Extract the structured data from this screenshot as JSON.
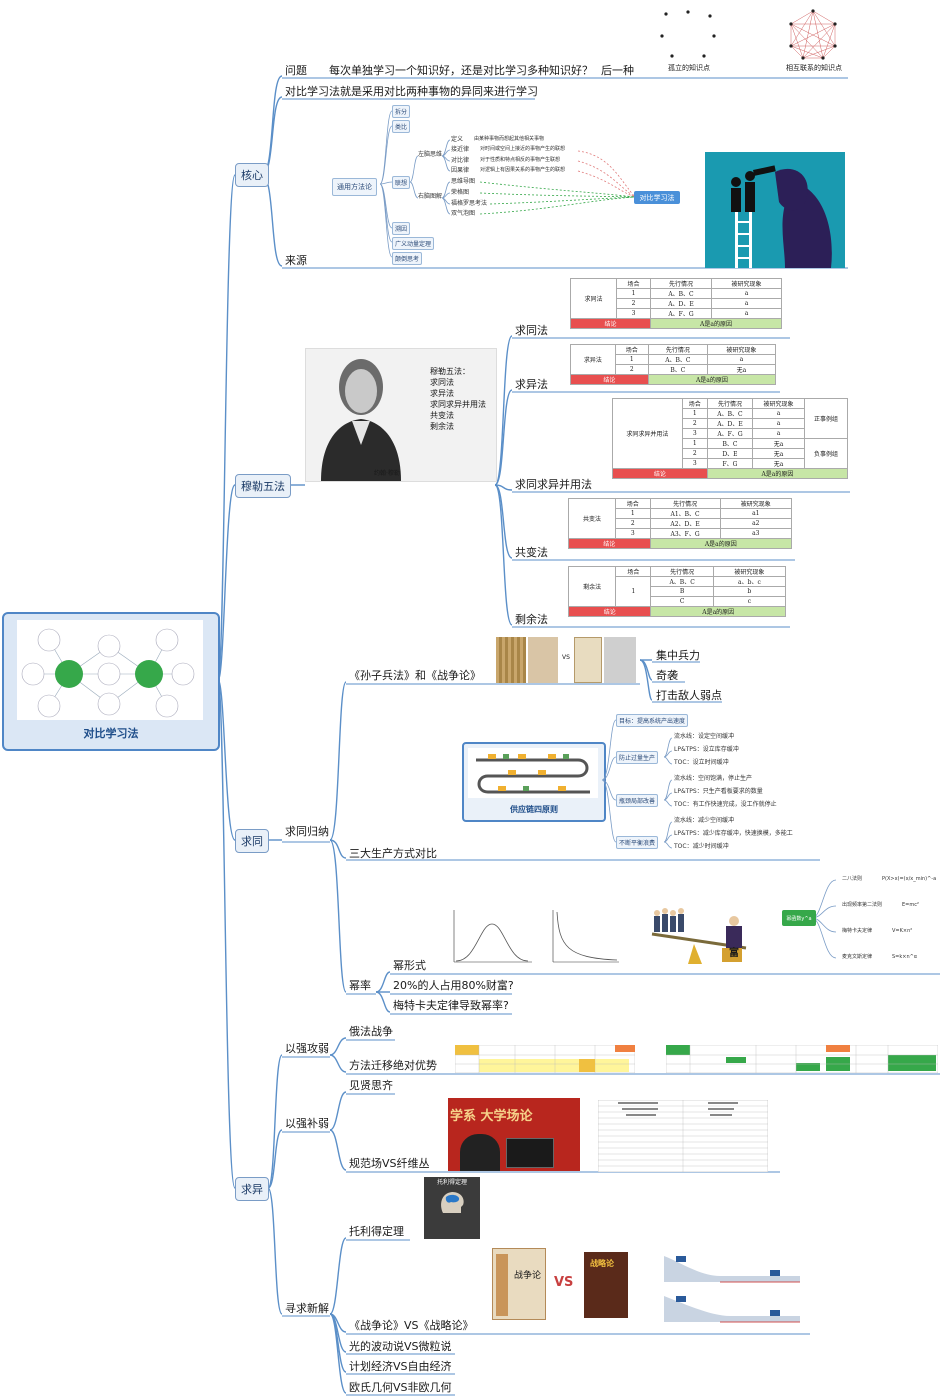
{
  "root": {
    "title": "对比学习法"
  },
  "branches": {
    "hexin": "核心",
    "mule": "穆勒五法",
    "qiutong": "求同",
    "qiuyi": "求异"
  },
  "hexin": {
    "wenti": "问题",
    "wenti_text": "每次单独学习一个知识好，还是对比学习多种知识好？",
    "houyi": "后一种",
    "dot_caption_left": "孤立的知识点",
    "dot_caption_right": "相互联系的知识点",
    "definition": "对比学习法就是采用对比两种事物的异同来进行学习",
    "laiyuan": "来源",
    "method_root": "通用方法论",
    "method_items": [
      "拆分",
      "类比",
      "联想",
      "溯因",
      "广义动量定理",
      "颠倒思考"
    ],
    "lianxiang_sub": [
      "左脑思维",
      "右脑图解"
    ],
    "left_items": [
      "定义",
      "接近律",
      "对比律",
      "因果律"
    ],
    "left_desc": [
      "由某种事物而想起其他相关事物",
      "对时间或空间上接近的事物产生的联想",
      "对于性质和特点相反的事物产生联想",
      "对逻辑上有因果关系的事物产生的联想"
    ],
    "right_items": [
      "思维导图",
      "荣格图",
      "福格罗思考法",
      "双气泡图"
    ],
    "target": "对比学习法"
  },
  "mule": {
    "portrait_title": "穆勒五法：",
    "portrait_list": [
      "求同法",
      "求异法",
      "求同求异并用法",
      "共变法",
      "剩余法"
    ],
    "portrait_name": "约翰·穆勒",
    "methods": [
      "求同法",
      "求异法",
      "求同求异并用法",
      "共变法",
      "剩余法"
    ],
    "table_head": [
      "场合",
      "先行情况",
      "被研究现象"
    ],
    "conclusion": "结论",
    "cause": "A是a的原因",
    "t1": {
      "name": "求同法",
      "rows": [
        [
          "1",
          "A、B、C",
          "a"
        ],
        [
          "2",
          "A、D、E",
          "a"
        ],
        [
          "3",
          "A、F、G",
          "a"
        ]
      ]
    },
    "t2": {
      "name": "求异法",
      "rows": [
        [
          "1",
          "A、B、C",
          "a"
        ],
        [
          "2",
          "B、C",
          "无a"
        ]
      ]
    },
    "t3": {
      "name": "求同求异并用法",
      "rows": [
        [
          "1",
          "A、B、C",
          "a"
        ],
        [
          "2",
          "A、D、E",
          "a"
        ],
        [
          "3",
          "A、F、G",
          "a"
        ],
        [
          "1",
          "B、C",
          "无a"
        ],
        [
          "2",
          "D、E",
          "无a"
        ],
        [
          "3",
          "F、G",
          "无a"
        ]
      ],
      "pos": "正事例组",
      "neg": "负事例组"
    },
    "t4": {
      "name": "共变法",
      "rows": [
        [
          "1",
          "A1、B、C",
          "a1"
        ],
        [
          "2",
          "A2、D、E",
          "a2"
        ],
        [
          "3",
          "A3、F、G",
          "a3"
        ]
      ]
    },
    "t5": {
      "name": "剩余法",
      "rows": [
        [
          "1",
          "A、B、C",
          "a、b、c"
        ],
        [
          "",
          "B",
          "b"
        ],
        [
          "",
          "C",
          "c"
        ]
      ]
    }
  },
  "qiutong": {
    "guina": "求同归纳",
    "sunzi": "《孙子兵法》和《战争论》",
    "sunzi_points": [
      "集中兵力",
      "奇袭",
      "打击敌人弱点"
    ],
    "vs": "VS",
    "sanda": "三大生产方式对比",
    "supply_title": "供应链四原则",
    "principles": [
      "目标：提高系统产出速度",
      "防止过量生产",
      "瓶颈局部改善",
      "不断平衡浪费"
    ],
    "details": [
      [
        "流水线：设定空间缓冲",
        "LP&TPS：设立库存缓冲",
        "TOC：设立时间缓冲"
      ],
      [
        "流水线：空间饱满，停止生产",
        "LP&TPS：只生产看板要求的数量",
        "TOC：有工作快速完成，没工作就停止"
      ],
      [
        "流水线：减少空间缓冲",
        "LP&TPS：减少库存缓冲，快速换模，多能工",
        "TOC：减少时间缓冲"
      ]
    ],
    "milv": "幂率",
    "milv_items": [
      "幂形式",
      "20%的人占用80%财富?",
      "梅特卡夫定律导致幂率?"
    ],
    "power_root": "幂函数y^a",
    "power_items": [
      "二八法则",
      "出现频率第二法则",
      "梅特卡夫定律",
      "麦克文斯定律"
    ],
    "power_formula": [
      "P(X>x)=(x/x_min)^-a",
      "E=mc²",
      "V=K×n²",
      "S=k×n^α"
    ],
    "wealth_label": "富"
  },
  "qiuyi": {
    "yiqiang": "以强攻弱",
    "ejun": "俄法战争",
    "fangfa": "方法迁移绝对优势",
    "yibu": "以强补弱",
    "jianxian": "见贤思齐",
    "guifan": "规范场VS纤维丛",
    "video_caption": "学系   大学场论",
    "tuoli": "托利得定理",
    "tuoli_book": "托利得定理",
    "xinjie": "寻求新解",
    "books": "《战争论》VS《战略论》",
    "others": [
      "光的波动说VS微粒说",
      "计划经济VS自由经济",
      "欧氏几何VS非欧几何"
    ],
    "book_vs": "VS",
    "book_left_caption": "战争论",
    "book_right_caption": "战略论"
  },
  "colors": {
    "branch": "#2f7fbf",
    "box_border": "#7a9cc6",
    "green": "#36a84a",
    "red": "#e84f4f"
  }
}
